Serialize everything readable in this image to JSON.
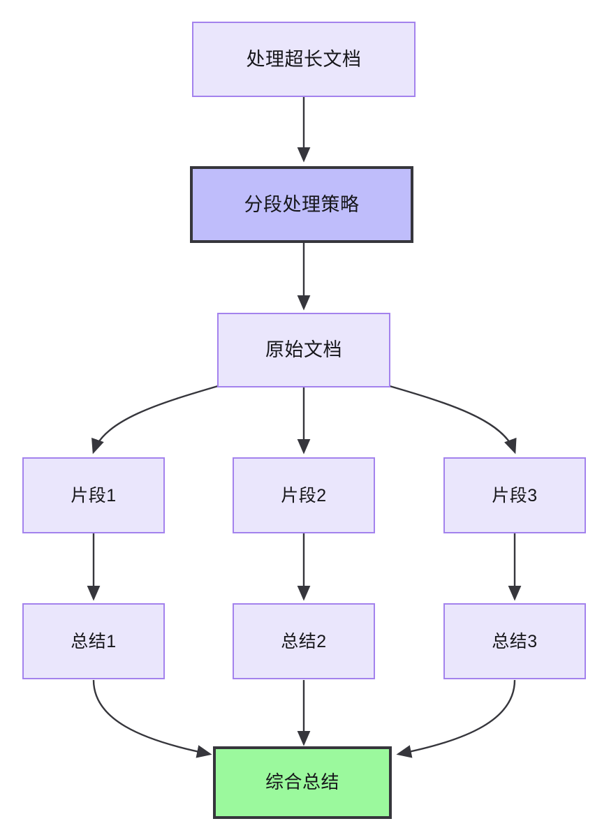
{
  "diagram": {
    "type": "flowchart",
    "direction": "top-to-bottom",
    "background_color": "#ffffff",
    "edge_color": "#36363c",
    "palette": {
      "node_fill": "#eae6fc",
      "node_border": "#a382ed",
      "highlight_fill": "#bfbdfb",
      "highlight_border": "#36363c",
      "result_fill": "#9bf99d",
      "result_border": "#36363c",
      "text_color": "#16161a"
    },
    "nodes": {
      "long_document": {
        "label": "处理超长文档",
        "style": "normal",
        "font_size": "27px"
      },
      "chunk_strategy": {
        "label": "分段处理策略",
        "style": "highlight",
        "font_size": "27px"
      },
      "source_document": {
        "label": "原始文档",
        "style": "normal",
        "font_size": "27px"
      },
      "fragment_1": {
        "label": "片段1",
        "style": "normal",
        "font_size": "25px"
      },
      "fragment_2": {
        "label": "片段2",
        "style": "normal",
        "font_size": "25px"
      },
      "fragment_3": {
        "label": "片段3",
        "style": "normal",
        "font_size": "25px"
      },
      "summary_1": {
        "label": "总结1",
        "style": "normal",
        "font_size": "25px"
      },
      "summary_2": {
        "label": "总结2",
        "style": "normal",
        "font_size": "25px"
      },
      "summary_3": {
        "label": "总结3",
        "style": "normal",
        "font_size": "25px"
      },
      "final_summary": {
        "label": "综合总结",
        "style": "result",
        "font_size": "26px"
      }
    },
    "edges": [
      {
        "from": "long_document",
        "to": "chunk_strategy",
        "shape": "straight"
      },
      {
        "from": "chunk_strategy",
        "to": "source_document",
        "shape": "straight"
      },
      {
        "from": "source_document",
        "to": "fragment_1",
        "shape": "curve"
      },
      {
        "from": "source_document",
        "to": "fragment_2",
        "shape": "straight"
      },
      {
        "from": "source_document",
        "to": "fragment_3",
        "shape": "curve"
      },
      {
        "from": "fragment_1",
        "to": "summary_1",
        "shape": "straight"
      },
      {
        "from": "fragment_2",
        "to": "summary_2",
        "shape": "straight"
      },
      {
        "from": "fragment_3",
        "to": "summary_3",
        "shape": "straight"
      },
      {
        "from": "summary_1",
        "to": "final_summary",
        "shape": "curve"
      },
      {
        "from": "summary_2",
        "to": "final_summary",
        "shape": "straight"
      },
      {
        "from": "summary_3",
        "to": "final_summary",
        "shape": "curve"
      }
    ]
  }
}
